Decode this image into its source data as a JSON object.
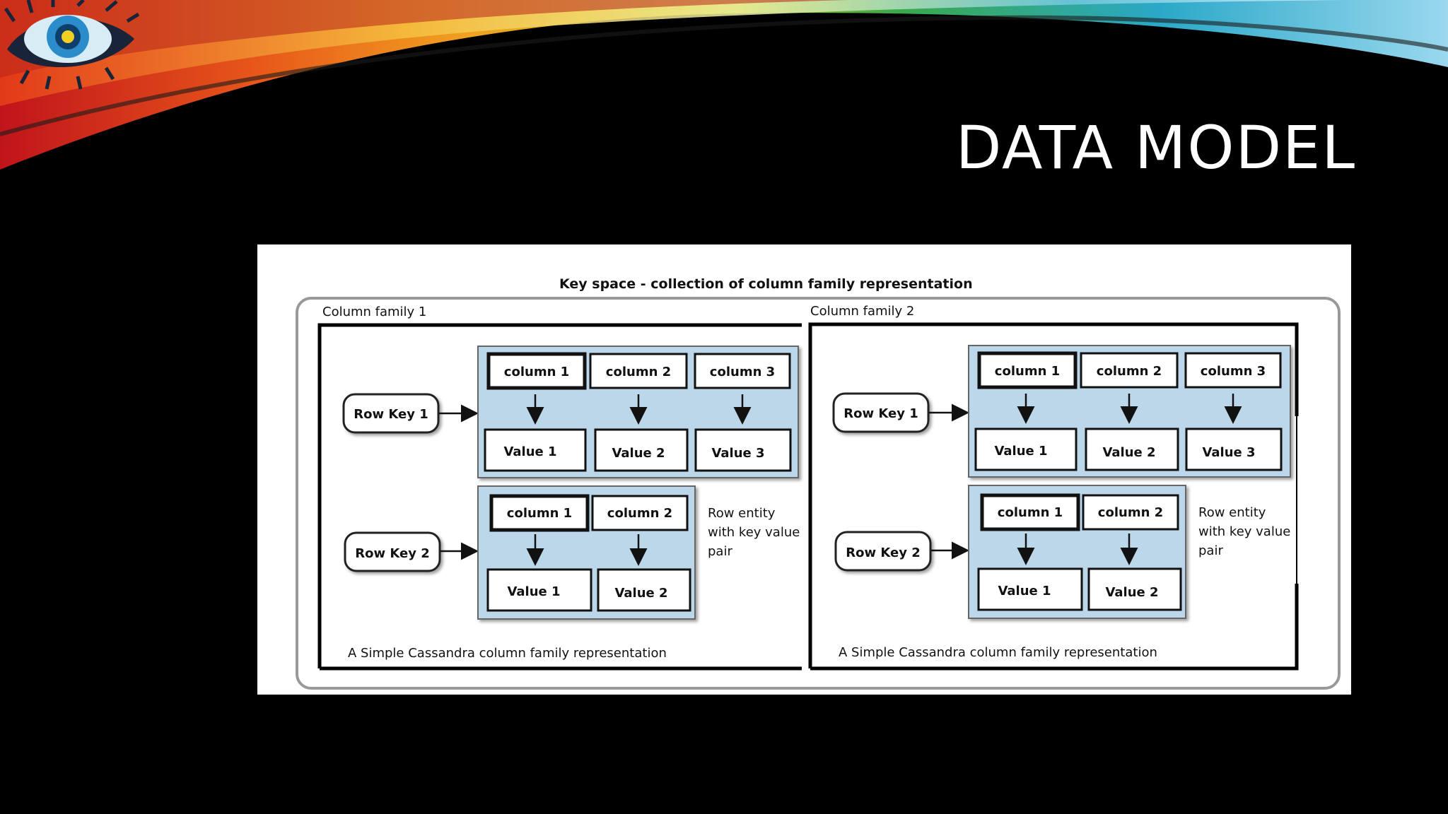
{
  "slide": {
    "title": "DATA MODEL"
  },
  "diagram": {
    "keyspace_label": "Key space - collection of column family representation",
    "families": [
      {
        "label": "Column family 1",
        "row1": {
          "key": "Row Key 1",
          "columns": [
            "column 1",
            "column 2",
            "column 3"
          ],
          "values": [
            "Value 1",
            "Value 2",
            "Value 3"
          ]
        },
        "row2": {
          "key": "Row Key 2",
          "columns": [
            "column 1",
            "column 2"
          ],
          "values": [
            "Value 1",
            "Value 2"
          ]
        },
        "note": [
          "Row entity",
          "with key value",
          "pair"
        ],
        "caption": "A Simple Cassandra column family representation"
      },
      {
        "label": "Column family 2",
        "row1": {
          "key": "Row Key 1",
          "columns": [
            "column 1",
            "column 2",
            "column 3"
          ],
          "values": [
            "Value 1",
            "Value 2",
            "Value 3"
          ]
        },
        "row2": {
          "key": "Row Key 2",
          "columns": [
            "column 1",
            "column 2"
          ],
          "values": [
            "Value 1",
            "Value 2"
          ]
        },
        "note": [
          "Row entity",
          "with key value",
          "pair"
        ],
        "caption": "A Simple Cassandra column family representation"
      }
    ]
  },
  "colors": {
    "row_panel": "#bcd6ea",
    "background": "#000000",
    "title": "#ffffff"
  }
}
